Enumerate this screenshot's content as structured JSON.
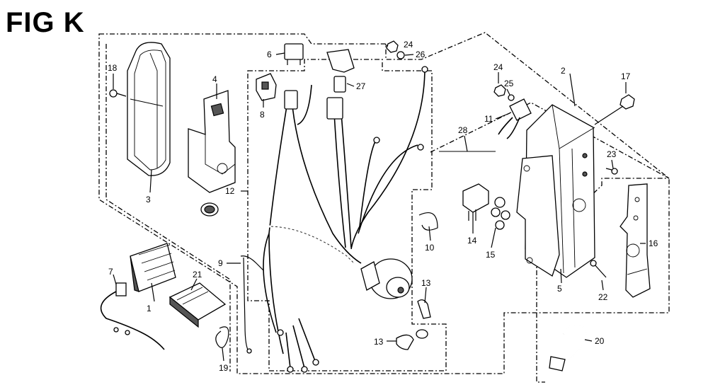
{
  "figure": {
    "title": "FIG K"
  },
  "callouts": [
    {
      "id": "c1",
      "label": "1"
    },
    {
      "id": "c2",
      "label": "2"
    },
    {
      "id": "c3",
      "label": "3"
    },
    {
      "id": "c4",
      "label": "4"
    },
    {
      "id": "c5",
      "label": "5"
    },
    {
      "id": "c6",
      "label": "6"
    },
    {
      "id": "c7",
      "label": "7"
    },
    {
      "id": "c8",
      "label": "8"
    },
    {
      "id": "c9",
      "label": "9"
    },
    {
      "id": "c10",
      "label": "10"
    },
    {
      "id": "c11",
      "label": "11"
    },
    {
      "id": "c12",
      "label": "12"
    },
    {
      "id": "c13a",
      "label": "13"
    },
    {
      "id": "c13b",
      "label": "13"
    },
    {
      "id": "c14",
      "label": "14"
    },
    {
      "id": "c15",
      "label": "15"
    },
    {
      "id": "c16",
      "label": "16"
    },
    {
      "id": "c17",
      "label": "17"
    },
    {
      "id": "c18",
      "label": "18"
    },
    {
      "id": "c19",
      "label": "19"
    },
    {
      "id": "c20",
      "label": "20"
    },
    {
      "id": "c21",
      "label": "21"
    },
    {
      "id": "c22",
      "label": "22"
    },
    {
      "id": "c23",
      "label": "23"
    },
    {
      "id": "c24a",
      "label": "24"
    },
    {
      "id": "c24b",
      "label": "24"
    },
    {
      "id": "c25",
      "label": "25"
    },
    {
      "id": "c26",
      "label": "26"
    },
    {
      "id": "c27",
      "label": "27"
    },
    {
      "id": "c28",
      "label": "28"
    }
  ]
}
